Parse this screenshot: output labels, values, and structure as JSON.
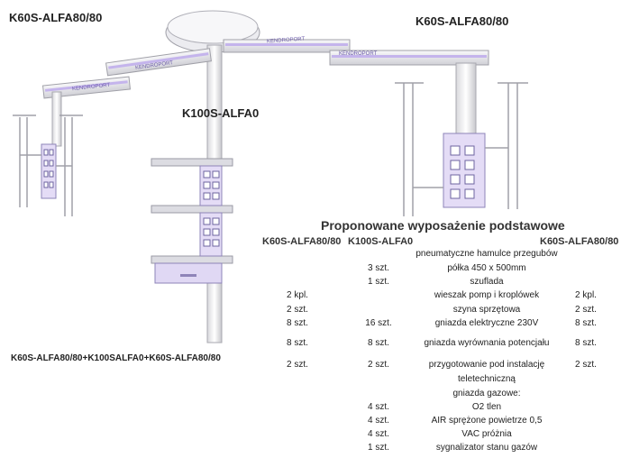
{
  "labels": {
    "top_left": "K60S-ALFA80/80",
    "top_right": "K60S-ALFA80/80",
    "center": "K100S-ALFA0",
    "bottom_combo": "K60S-ALFA80/80+K100SALFA0+K60S-ALFA80/80",
    "brand": "KENDROPORT"
  },
  "table": {
    "title": "Proponowane wyposażenie podstawowe",
    "headers": [
      "K60S-ALFA80/80",
      "K100S-ALFA0",
      "K60S-ALFA80/80"
    ],
    "rows": [
      {
        "a": "",
        "b": "",
        "item": "pneumatyczne  hamulce przegubów",
        "c": ""
      },
      {
        "a": "",
        "b": "3 szt.",
        "item": "półka 450 x 500mm",
        "c": ""
      },
      {
        "a": "",
        "b": "1 szt.",
        "item": "szuflada",
        "c": ""
      },
      {
        "a": "2 kpl.",
        "b": "",
        "item": "wieszak pomp i kroplówek",
        "c": "2 kpl."
      },
      {
        "a": "2 szt.",
        "b": "",
        "item": "szyna sprzętowa",
        "c": "2 szt."
      },
      {
        "a": "8 szt.",
        "b": "16 szt.",
        "item": "gniazda elektryczne 230V",
        "c": "8 szt."
      },
      {
        "a": "8 szt.",
        "b": "8 szt.",
        "item": "gniazda wyrównania potencjału",
        "c": "8 szt."
      },
      {
        "a": "2 szt.",
        "b": "2 szt.",
        "item": "przygotowanie pod instalację",
        "c": "2 szt."
      },
      {
        "a": "",
        "b": "",
        "item": "teletechniczną",
        "c": ""
      },
      {
        "a": "",
        "b": "",
        "item": "gniazda gazowe:",
        "c": ""
      },
      {
        "a": "",
        "b": "4 szt.",
        "item": "O2 tlen",
        "c": ""
      },
      {
        "a": "",
        "b": "4 szt.",
        "item": "AIR sprężone powietrze 0,5",
        "c": ""
      },
      {
        "a": "",
        "b": "4 szt.",
        "item": "VAC próżnia",
        "c": ""
      },
      {
        "a": "",
        "b": "1 szt.",
        "item": "sygnalizator stanu gazów",
        "c": ""
      }
    ]
  },
  "colors": {
    "arm": "#e8e8ec",
    "stripe": "#b8a8e0",
    "module": "#d8d0f0",
    "pole": "#f0f0f0",
    "outline": "#9a9aa4"
  }
}
